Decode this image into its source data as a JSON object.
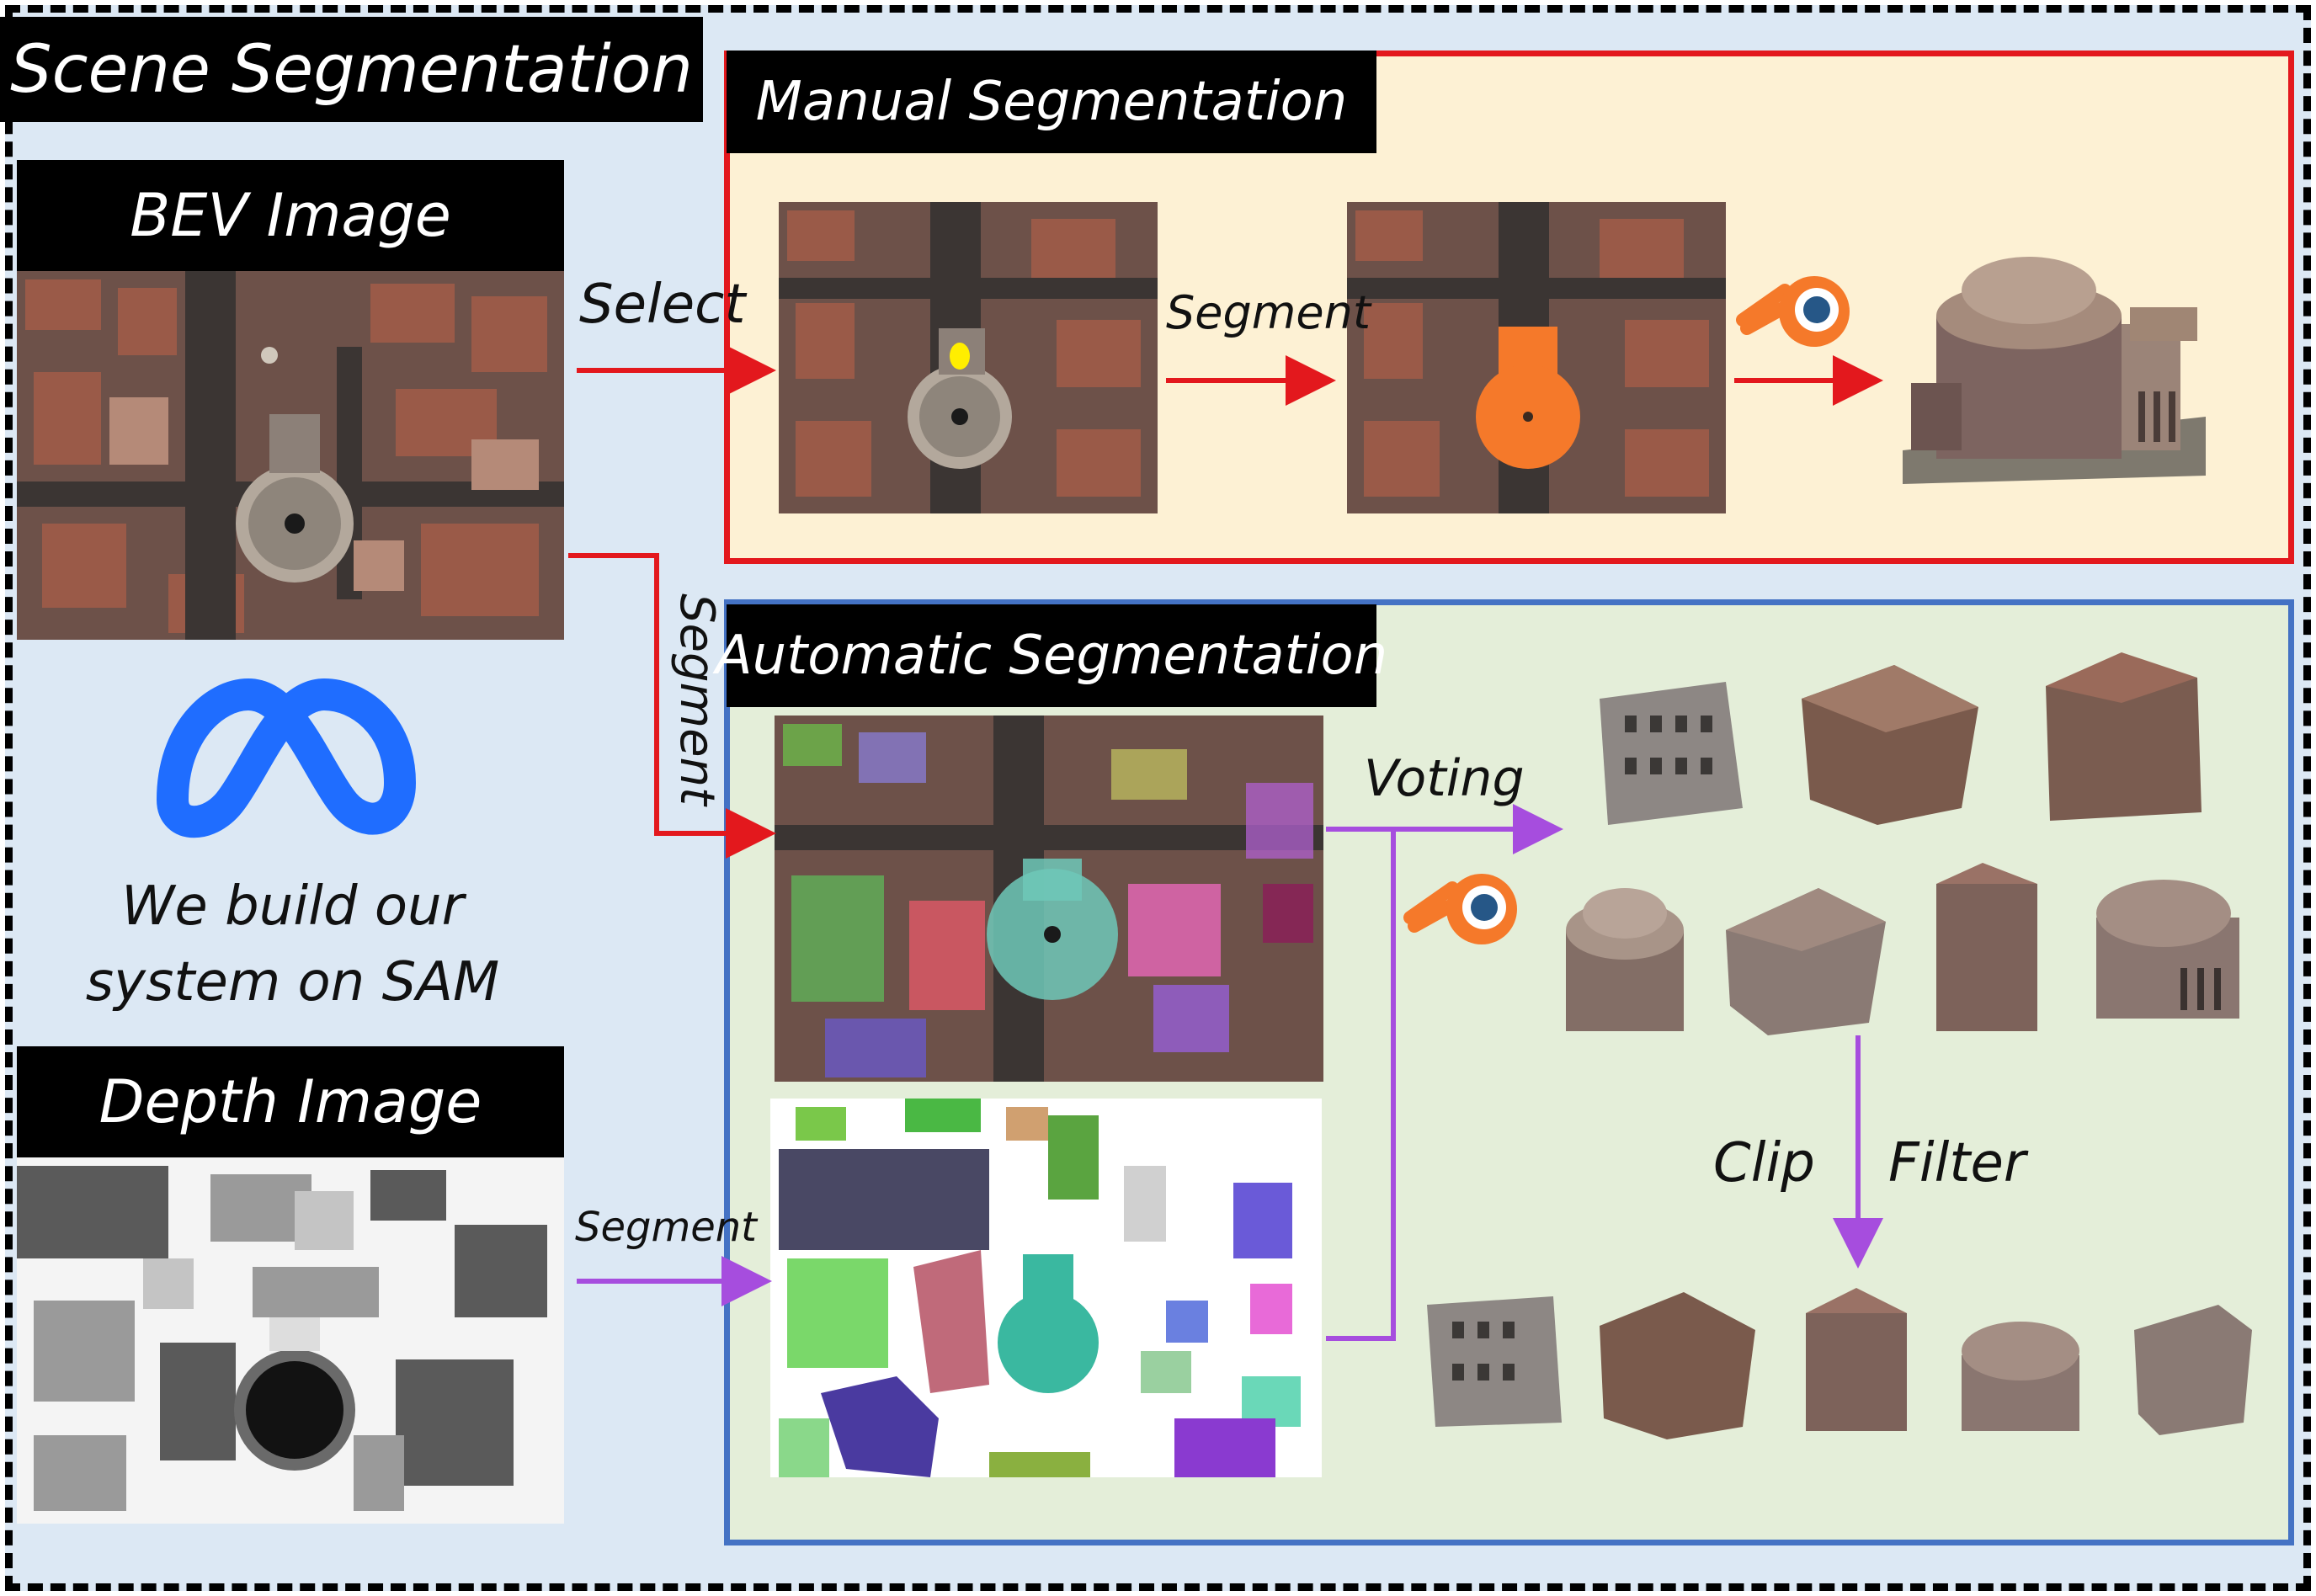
{
  "panel_title": "Scene Segmentation",
  "bev": {
    "title": "BEV Image"
  },
  "depth": {
    "title": "Depth Image"
  },
  "sam_note": {
    "line1": "We build our",
    "line2": "system on SAM"
  },
  "manual": {
    "title": "Manual Segmentation",
    "segment_label": "Segment"
  },
  "automatic": {
    "title": "Automatic Segmentation",
    "voting_label": "Voting",
    "clip_label": "Clip",
    "filter_label": "Filter"
  },
  "edges": {
    "select_label": "Select",
    "segment_bev_label": "Segment",
    "segment_depth_label": "Segment"
  },
  "icons": {
    "meta": "meta-logo-icon",
    "blender": "blender-logo-icon"
  },
  "colors": {
    "panel_bg": "#dce8f4",
    "manual_bg": "#fdf1d4",
    "manual_border": "#e3181d",
    "auto_bg": "#e4eed9",
    "auto_border": "#4472c4",
    "red_arrow": "#e3181d",
    "purple_arrow": "#a64dde",
    "meta_blue": "#1f6dff",
    "blender_orange": "#f5792a",
    "blender_blue": "#265787"
  }
}
